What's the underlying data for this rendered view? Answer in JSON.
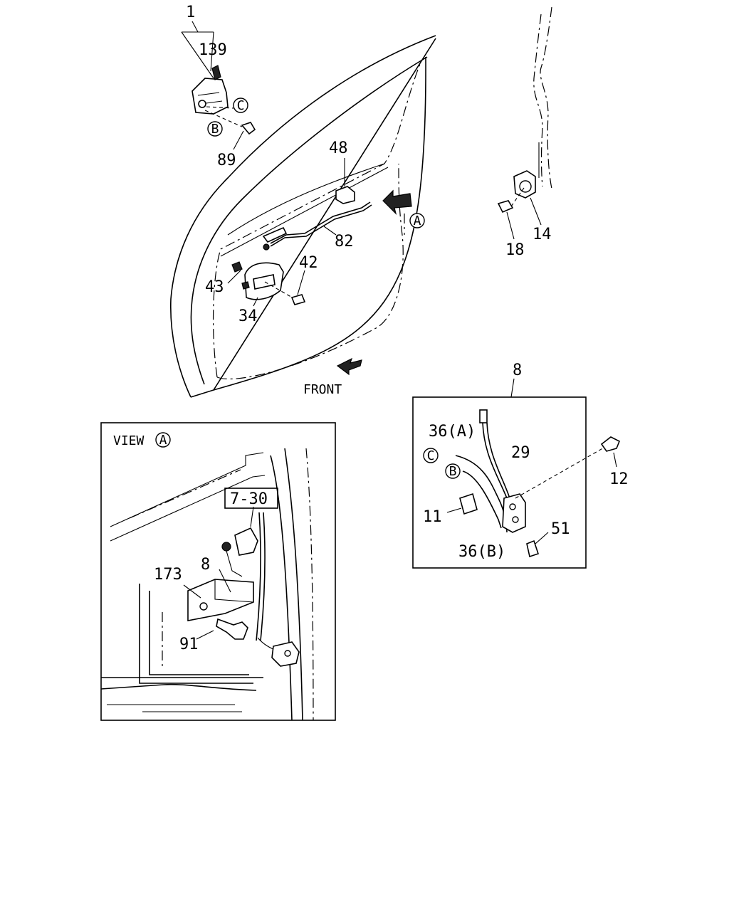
{
  "diagram": {
    "labels": {
      "p1": "1",
      "p139": "139",
      "p89": "89",
      "p48": "48",
      "p82": "82",
      "p42": "42",
      "p43": "43",
      "p34": "34",
      "p14": "14",
      "p18": "18",
      "front": "FRONT",
      "p8": "8",
      "p36a": "36(A)",
      "p29": "29",
      "p12": "12",
      "p11": "11",
      "p51": "51",
      "p36b": "36(B)",
      "view_word": "VIEW",
      "ref_7_30": "7-30",
      "v8": "8",
      "p173": "173",
      "p91": "91"
    },
    "markers": {
      "a": "A",
      "b": "B",
      "c": "C"
    }
  }
}
